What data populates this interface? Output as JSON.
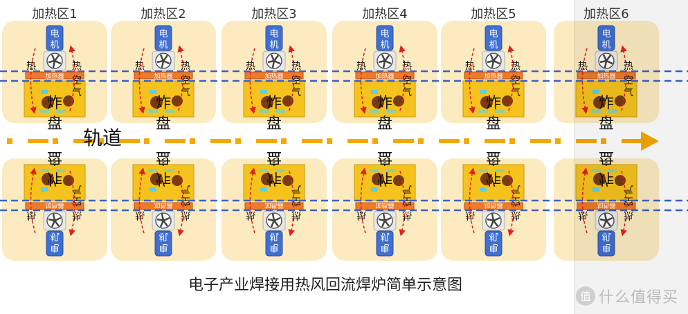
{
  "zones": [
    {
      "label": "加热区1"
    },
    {
      "label": "加热区2"
    },
    {
      "label": "加热区3"
    },
    {
      "label": "加热区4"
    },
    {
      "label": "加热区5"
    },
    {
      "label": "加热区6"
    }
  ],
  "unit_texts": {
    "motor_1": "电",
    "motor_2": "机",
    "heater": "加热器",
    "hot_1": "热",
    "hot_2": "空",
    "hot_3": "气",
    "plate_1": "炸",
    "plate_2": "盘"
  },
  "track_label": "轨道",
  "caption": "电子产业焊接用热风回流焊炉简单示意图",
  "watermark": "什么值得买",
  "colors": {
    "zone_bg": "#fcebc0",
    "motor_blue": "#3f6fd0",
    "heater_orange": "#f07a2a",
    "plate_yellow": "#f6c21e",
    "dash_blue": "#3a62c8",
    "track_orange": "#f5a800",
    "arrow_red": "#e02020"
  }
}
